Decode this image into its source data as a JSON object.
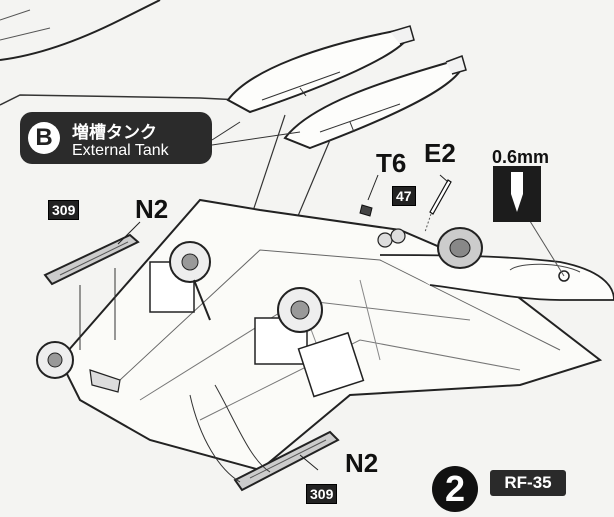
{
  "callout": {
    "badge": "B",
    "title_jp": "増槽タンク",
    "title_en": "External Tank"
  },
  "parts": {
    "t6": "T6",
    "e2": "E2",
    "n2_top": "N2",
    "n2_bottom": "N2"
  },
  "paint_codes": {
    "left_top": "309",
    "bottom": "309",
    "upper_center": "47"
  },
  "drill": {
    "size_label": "0.6mm"
  },
  "step": {
    "number": "2",
    "variant": "RF-35"
  }
}
